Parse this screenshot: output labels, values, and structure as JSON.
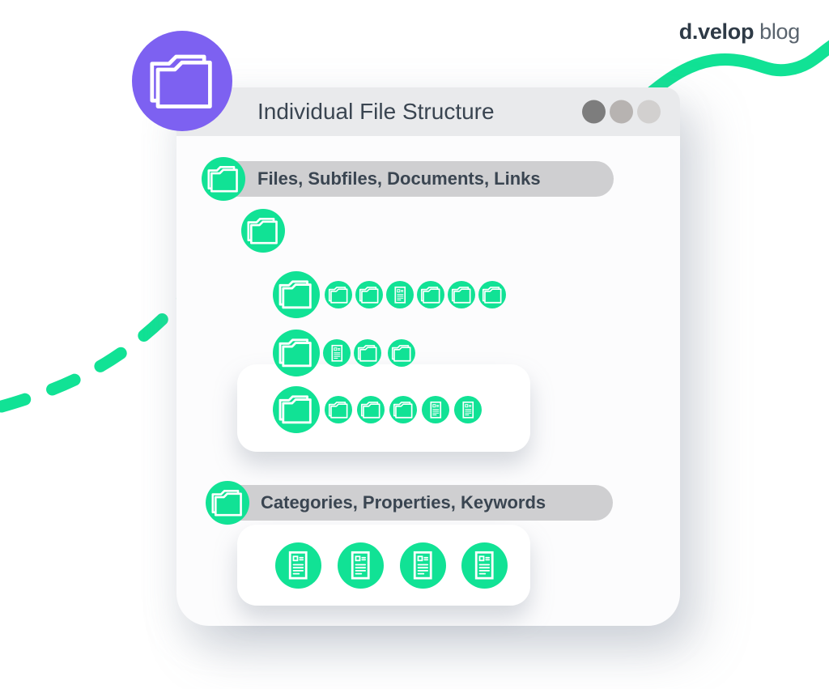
{
  "brand": {
    "name": "d.velop",
    "suffix": "blog"
  },
  "window": {
    "title": "Individual File Structure",
    "dots": [
      "#7D7D7D",
      "#B7B3B1",
      "#D2D0CF"
    ]
  },
  "sections": [
    {
      "label": "Files, Subfiles, Documents, Links",
      "badge_icon": "folder",
      "root_icon": "folder",
      "rows": [
        {
          "lead": "folder",
          "items": [
            "folder",
            "folder",
            "document",
            "folder",
            "folder",
            "folder"
          ]
        },
        {
          "lead": "folder",
          "items": [
            "document",
            "folder",
            "folder"
          ]
        },
        {
          "lead": "folder",
          "items": [
            "folder",
            "folder",
            "folder",
            "document",
            "document"
          ],
          "nested_card": true
        }
      ]
    },
    {
      "label": "Categories, Properties, Keywords",
      "badge_icon": "folder",
      "items": [
        "document",
        "document",
        "document",
        "document"
      ],
      "nested_card": true
    }
  ],
  "colors": {
    "green": "#11E295",
    "purple": "#7D61F1",
    "pill_gray": "#CFCFD1",
    "titlebar_gray": "#E9EAEC",
    "text_dark": "#3A4551",
    "logo_dark": "#2E3A46",
    "logo_gray": "#5A646E"
  },
  "decorations": {
    "top_badge_icon": "folder",
    "wave": "green wave stroke top right",
    "dashed_curve": "green dashed curve bottom left"
  }
}
